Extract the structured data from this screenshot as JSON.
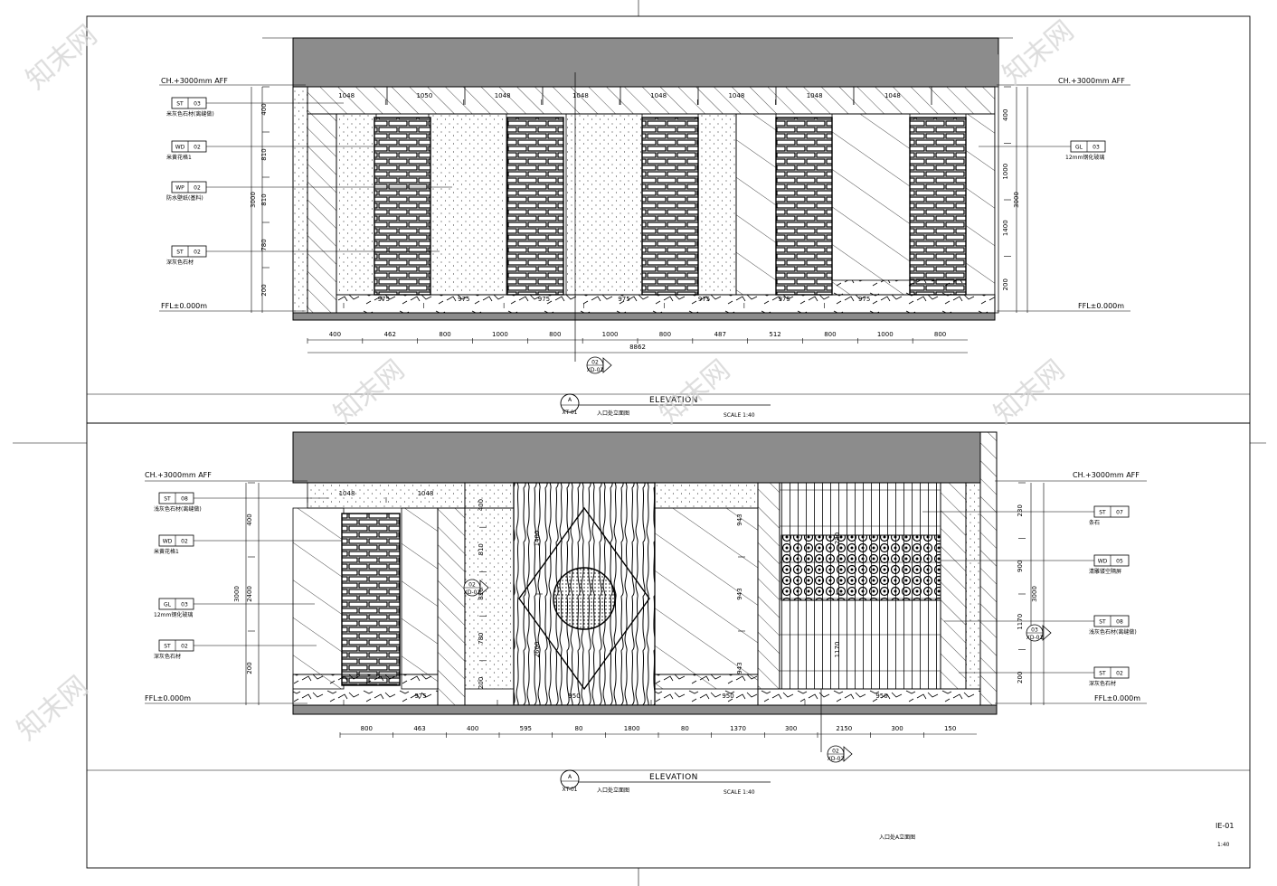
{
  "sheet": {
    "drawing_no": "IE-01",
    "sheet_scale": "1:40",
    "sheet_title": "入口处A立面图",
    "watermark": "知末网"
  },
  "elevations": [
    {
      "id": "upper",
      "ceiling_label": "CH.+3000mm AFF",
      "floor_label": "FFL±0.000m",
      "title": {
        "mark": "A",
        "sheet_ref": "XT-01",
        "heading": "ELEVATION",
        "name": "入口处立面图",
        "scale": "SCALE  1:40"
      },
      "callout": {
        "num": "02",
        "ref": "XD-01"
      },
      "left_tags": [
        {
          "code": "ST",
          "num": "03",
          "desc": "米灰色石材(离缝做)"
        },
        {
          "code": "WD",
          "num": "02",
          "desc": "米黄花格1"
        },
        {
          "code": "WP",
          "num": "02",
          "desc": "防水壁纸(基料)"
        },
        {
          "code": "ST",
          "num": "02",
          "desc": "深灰色石材"
        }
      ],
      "right_tags": [
        {
          "code": "GL",
          "num": "03",
          "desc": "12mm钢化玻璃"
        }
      ],
      "left_dims": [
        "400",
        "810",
        "810",
        "780",
        "200"
      ],
      "total_height": "3000",
      "right_dims": [
        "400",
        "1000",
        "1400",
        "200"
      ],
      "top_band_dims": [
        "1048",
        "1050",
        "1048",
        "1048",
        "1048",
        "1048",
        "1048",
        "1048"
      ],
      "base_dims": [
        "975",
        "975",
        "975",
        "975",
        "975",
        "975",
        "975"
      ],
      "bottom_dims": [
        "400",
        "462",
        "800",
        "1000",
        "800",
        "1000",
        "800",
        "487",
        "512",
        "800",
        "1000",
        "800"
      ],
      "total_width": "8862"
    },
    {
      "id": "lower",
      "ceiling_label": "CH.+3000mm AFF",
      "floor_label": "FFL±0.000m",
      "title": {
        "mark": "A",
        "sheet_ref": "XT-01",
        "heading": "ELEVATION",
        "name": "入口处立面图",
        "scale": "SCALE  1:40"
      },
      "callout_bottom": {
        "num": "02",
        "ref": "XD-02"
      },
      "callout_mid": {
        "num": "02",
        "ref": "XD-01"
      },
      "callout_right": {
        "num": "03",
        "ref": "XD-01"
      },
      "left_tags": [
        {
          "code": "ST",
          "num": "08",
          "desc": "浅灰色石材(离缝做)"
        },
        {
          "code": "WD",
          "num": "02",
          "desc": "米黄花格1"
        },
        {
          "code": "GL",
          "num": "03",
          "desc": "12mm钢化玻璃"
        },
        {
          "code": "ST",
          "num": "02",
          "desc": "深灰色石材"
        }
      ],
      "right_tags": [
        {
          "code": "ST",
          "num": "07",
          "desc": "条石"
        },
        {
          "code": "WD",
          "num": "05",
          "desc": "清雕镂空隔屏"
        },
        {
          "code": "ST",
          "num": "08",
          "desc": "浅灰色石材(离缝做)"
        },
        {
          "code": "ST",
          "num": "02",
          "desc": "深灰色石材"
        }
      ],
      "left_dims": [
        "400",
        "2400",
        "200"
      ],
      "total_height": "3000",
      "right_dims": [
        "230",
        "900",
        "1170",
        "200"
      ],
      "top_band_dims": [
        "1048",
        "1048"
      ],
      "mid_dims": [
        "400",
        "810",
        "810",
        "780",
        "200",
        "1400",
        "2600",
        "943",
        "943",
        "943"
      ],
      "base_dims": [
        "975",
        "950",
        "950",
        "950"
      ],
      "inner_dims": [
        "230",
        "1170"
      ],
      "bottom_dims": [
        "800",
        "463",
        "400",
        "595",
        "80",
        "1800",
        "80",
        "1370",
        "300",
        "2150",
        "300",
        "150"
      ]
    }
  ]
}
